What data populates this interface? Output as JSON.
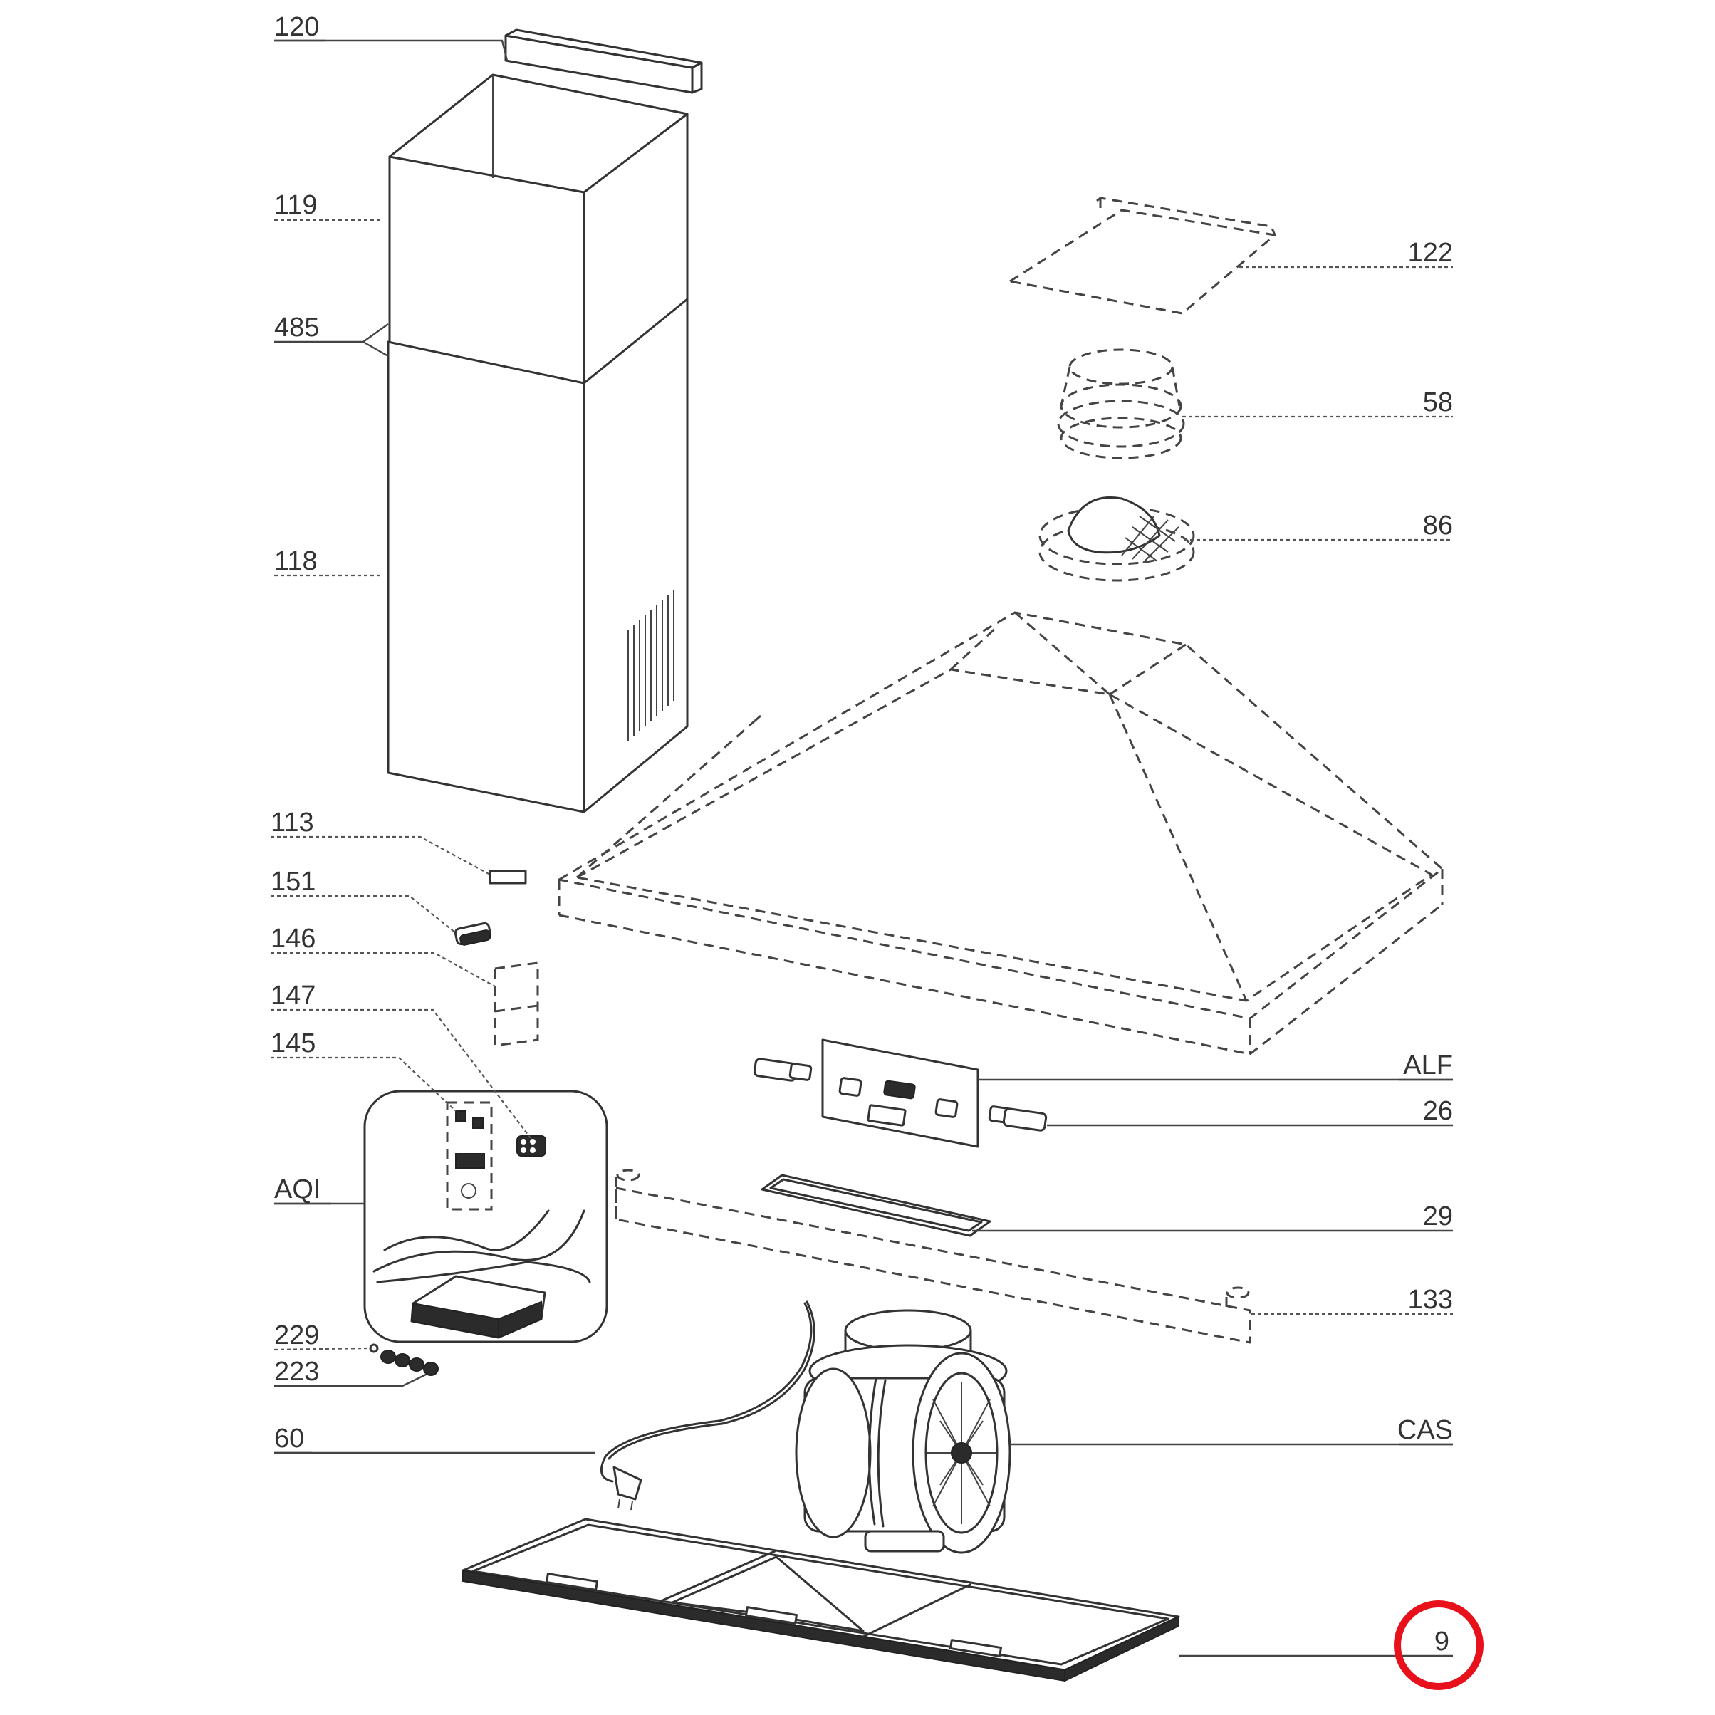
{
  "labels": {
    "p120": "120",
    "p119": "119",
    "p485": "485",
    "p118": "118",
    "p113": "113",
    "p151": "151",
    "p146": "146",
    "p147": "147",
    "p145": "145",
    "pAQI": "AQI",
    "p229": "229",
    "p223": "223",
    "p60": "60",
    "p122": "122",
    "p58": "58",
    "p86": "86",
    "pALF": "ALF",
    "p26": "26",
    "p29": "29",
    "p133": "133",
    "pCAS": "CAS",
    "p9": "9"
  },
  "colors": {
    "line": "#333333",
    "highlight": "#e8101a",
    "background": "#ffffff"
  },
  "highlighted_part": "9"
}
